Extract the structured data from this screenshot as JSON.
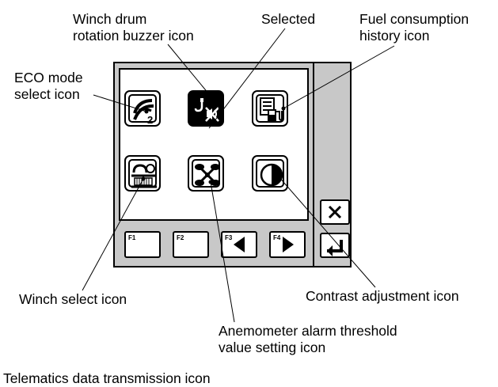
{
  "labels": {
    "winch_drum": "Winch drum\nrotation buzzer icon",
    "selected": "Selected",
    "fuel_history": "Fuel consumption\nhistory icon",
    "eco_mode": "ECO mode\nselect icon",
    "winch_select": "Winch select icon",
    "contrast": "Contrast adjustment icon",
    "anemometer": "Anemometer alarm threshold\nvalue setting icon",
    "telematics": "Telematics data transmission icon"
  },
  "function_keys": [
    "F1",
    "F2",
    "F3",
    "F4"
  ],
  "eco_tile_number": "2",
  "icons": {
    "eco_mode": "eco-mode-icon",
    "winch_drum_buzzer": "winch-drum-buzzer-icon",
    "fuel_history": "fuel-history-icon",
    "winch_select": "winch-select-icon",
    "anemometer": "anemometer-icon",
    "contrast": "contrast-icon",
    "close": "close-icon",
    "enter": "enter-icon"
  }
}
